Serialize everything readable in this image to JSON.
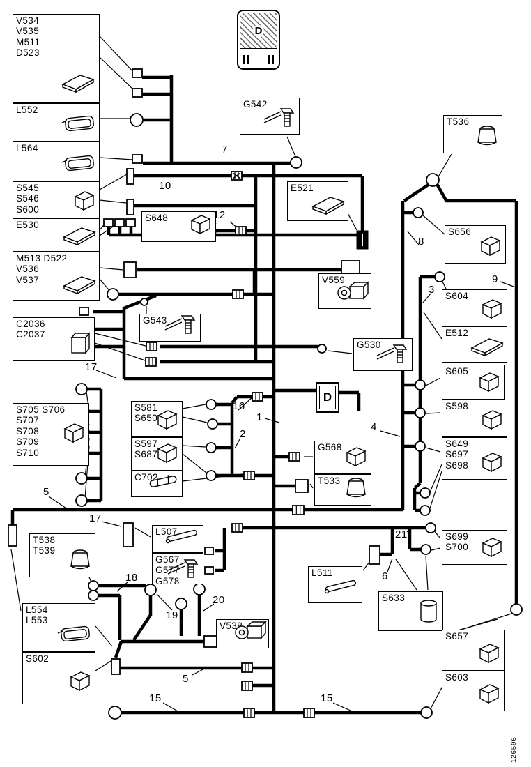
{
  "figure": {
    "car_marker_letter": "D",
    "d_connector_letter": "D",
    "part_number": "126596"
  },
  "components": {
    "v534_group": {
      "label": "V534\nV535\nM511\nD523",
      "icon": "module-icon"
    },
    "l552": {
      "label": "L552",
      "icon": "lamp-icon"
    },
    "l564": {
      "label": "L564",
      "icon": "lamp-icon"
    },
    "s545_group": {
      "label": "S545\nS546\nS600",
      "icon": "switch-icon"
    },
    "e530": {
      "label": "E530",
      "icon": "module-icon"
    },
    "m513_group": {
      "label": "M513 D522\nV536\nV537",
      "icon": "module-icon"
    },
    "c2036_group": {
      "label": "C2036\nC2037",
      "icon": "connector-icon"
    },
    "s705_group": {
      "label": "S705 S706\nS707\nS708\nS709\nS710",
      "icon": "switch-icon"
    },
    "t538_group": {
      "label": "T538\nT539",
      "icon": "sensor-icon"
    },
    "l554_group": {
      "label": "L554\nL553",
      "icon": "lamp-icon"
    },
    "s602": {
      "label": "S602",
      "icon": "switch-icon"
    },
    "g542": {
      "label": "G542",
      "icon": "ground-icon"
    },
    "e521": {
      "label": "E521",
      "icon": "module-icon"
    },
    "s648": {
      "label": "S648",
      "icon": "switch-icon"
    },
    "v559": {
      "label": "V559",
      "icon": "motor-icon"
    },
    "g543": {
      "label": "G543",
      "icon": "ground-icon"
    },
    "g530": {
      "label": "G530",
      "icon": "ground-icon"
    },
    "s581_group": {
      "label": "S581\nS650",
      "icon": "switch-icon"
    },
    "s597_group": {
      "label": "S597\nS687",
      "icon": "switch-icon"
    },
    "c702": {
      "label": "C702",
      "icon": "fuse-icon"
    },
    "g568": {
      "label": "G568",
      "icon": "switch-icon"
    },
    "t533": {
      "label": "T533",
      "icon": "sensor-icon"
    },
    "l507": {
      "label": "L507",
      "icon": "rod-icon"
    },
    "g567_group": {
      "label": "G567\nG577\nG578",
      "icon": "ground-icon"
    },
    "v538": {
      "label": "V538",
      "icon": "motor-icon"
    },
    "l511": {
      "label": "L511",
      "icon": "rod-icon"
    },
    "s633": {
      "label": "S633",
      "icon": "cylinder-icon"
    },
    "t536": {
      "label": "T536",
      "icon": "sensor-icon"
    },
    "s656": {
      "label": "S656",
      "icon": "switch-icon"
    },
    "s604": {
      "label": "S604",
      "icon": "switch-icon"
    },
    "e512": {
      "label": "E512",
      "icon": "module-icon"
    },
    "s605": {
      "label": "S605",
      "icon": "switch-icon"
    },
    "s598": {
      "label": "S598",
      "icon": "switch-icon"
    },
    "s649_group": {
      "label": "S649\nS697\nS698",
      "icon": "switch-icon"
    },
    "s699_group": {
      "label": "S699\nS700",
      "icon": "switch-icon"
    },
    "s657": {
      "label": "S657",
      "icon": "switch-icon"
    },
    "s603": {
      "label": "S603",
      "icon": "switch-icon"
    }
  },
  "callouts": {
    "n7": "7",
    "n10": "10",
    "n12": "12",
    "n8": "8",
    "n9": "9",
    "n3": "3",
    "n17a": "17",
    "n16": "16",
    "n1": "1",
    "n2": "2",
    "n4": "4",
    "n5a": "5",
    "n17b": "17",
    "n18": "18",
    "n19": "19",
    "n20": "20",
    "n21": "21",
    "n6": "6",
    "n5b": "5",
    "n15a": "15",
    "n15b": "15"
  }
}
